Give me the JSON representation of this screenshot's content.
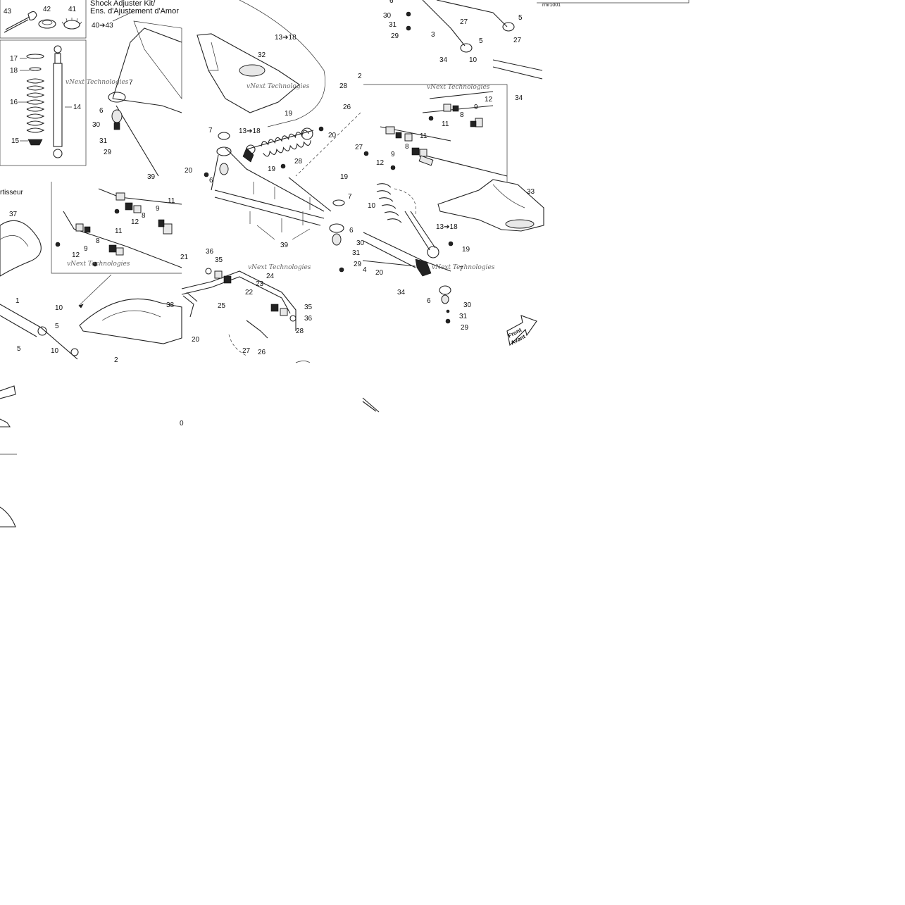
{
  "kit": {
    "title_en": "Shock Adjuster Kit/",
    "title_fr": "Ens. d'Ajustement d'Amor",
    "range": "40➔43",
    "tools": [
      "43",
      "42",
      "41"
    ]
  },
  "left_panel": {
    "label_fr": "rtisseur",
    "callouts": [
      "17",
      "18",
      "16",
      "15",
      "14"
    ]
  },
  "watermark": "vNext Technologies",
  "front_arrow": {
    "line1": "Front",
    "line2": "Avant"
  },
  "image_code": "rmr1001",
  "ranges": {
    "a": "13➔18",
    "b": "13➔18",
    "c": "13➔18"
  },
  "callouts": {
    "c7a": "7",
    "c6a": "6",
    "c30a": "30",
    "c31a": "31",
    "c29a": "29",
    "c39a": "39",
    "c32": "32",
    "c19a": "19",
    "c20a": "20",
    "c7b": "7",
    "c19b": "19",
    "c28a": "28",
    "c20b": "20",
    "c6b": "6",
    "c39b": "39",
    "c7c": "7",
    "c6c": "6",
    "c30b": "30",
    "c31b": "31",
    "c29b": "29",
    "c4": "4",
    "c20c": "20",
    "c34a": "34",
    "c30c": "30",
    "c31c": "31",
    "c29c": "29",
    "c6d": "6",
    "c3": "3",
    "c34b": "34",
    "c27a": "27",
    "c5a": "5",
    "c5b": "5",
    "c10a": "10",
    "c27b": "27",
    "c34c": "34",
    "c28b": "28",
    "c26a": "26",
    "c2a": "2",
    "c12a": "12",
    "c9a": "9",
    "c8a": "8",
    "c11a": "11",
    "c27c": "27",
    "c8b": "8",
    "c9b": "9",
    "c12b": "12",
    "c11b": "11",
    "c19c": "19",
    "c10b": "10",
    "c33": "33",
    "c19d": "19",
    "c7d": "7",
    "c6e": "6",
    "c30d": "30",
    "c31d": "31",
    "c29d": "29",
    "c37": "37",
    "c11c": "11",
    "c9c": "9",
    "c8c": "8",
    "c12c": "12",
    "c11d": "11",
    "c8d": "8",
    "c9d": "9",
    "c12d": "12",
    "c1": "1",
    "c10c": "10",
    "c5c": "5",
    "c5d": "5",
    "c10d": "10",
    "c2b": "2",
    "c38": "38",
    "c21": "21",
    "c36a": "36",
    "c35a": "35",
    "c24": "24",
    "c22": "22",
    "c23": "23",
    "c25": "25",
    "c35b": "35",
    "c36b": "36",
    "c28c": "28",
    "c27d": "27",
    "c26b": "26",
    "c20d": "20",
    "c0": "0"
  }
}
